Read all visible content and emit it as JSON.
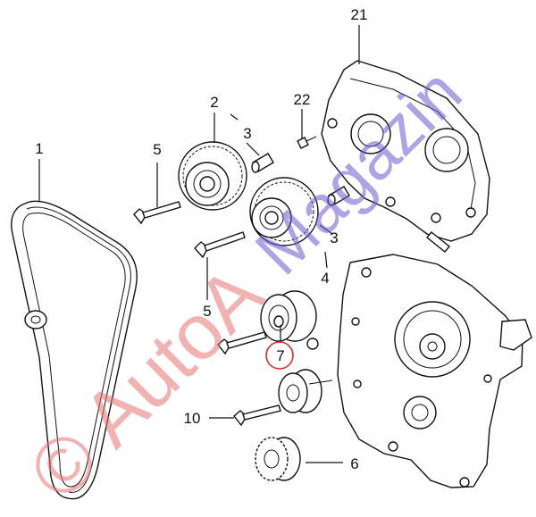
{
  "callouts": {
    "c1": "1",
    "c2": "2",
    "c3a": "3",
    "c3b": "3",
    "c4": "4",
    "c5a": "5",
    "c5b": "5",
    "c6": "6",
    "c7": "7",
    "c10": "10",
    "c21": "21",
    "c22": "22"
  },
  "highlight_color": "#d32f2f",
  "watermark": {
    "left_text": "© AutoA",
    "right_text": "Magazin",
    "left_color": "#e57373",
    "right_color": "#6a5acd"
  }
}
